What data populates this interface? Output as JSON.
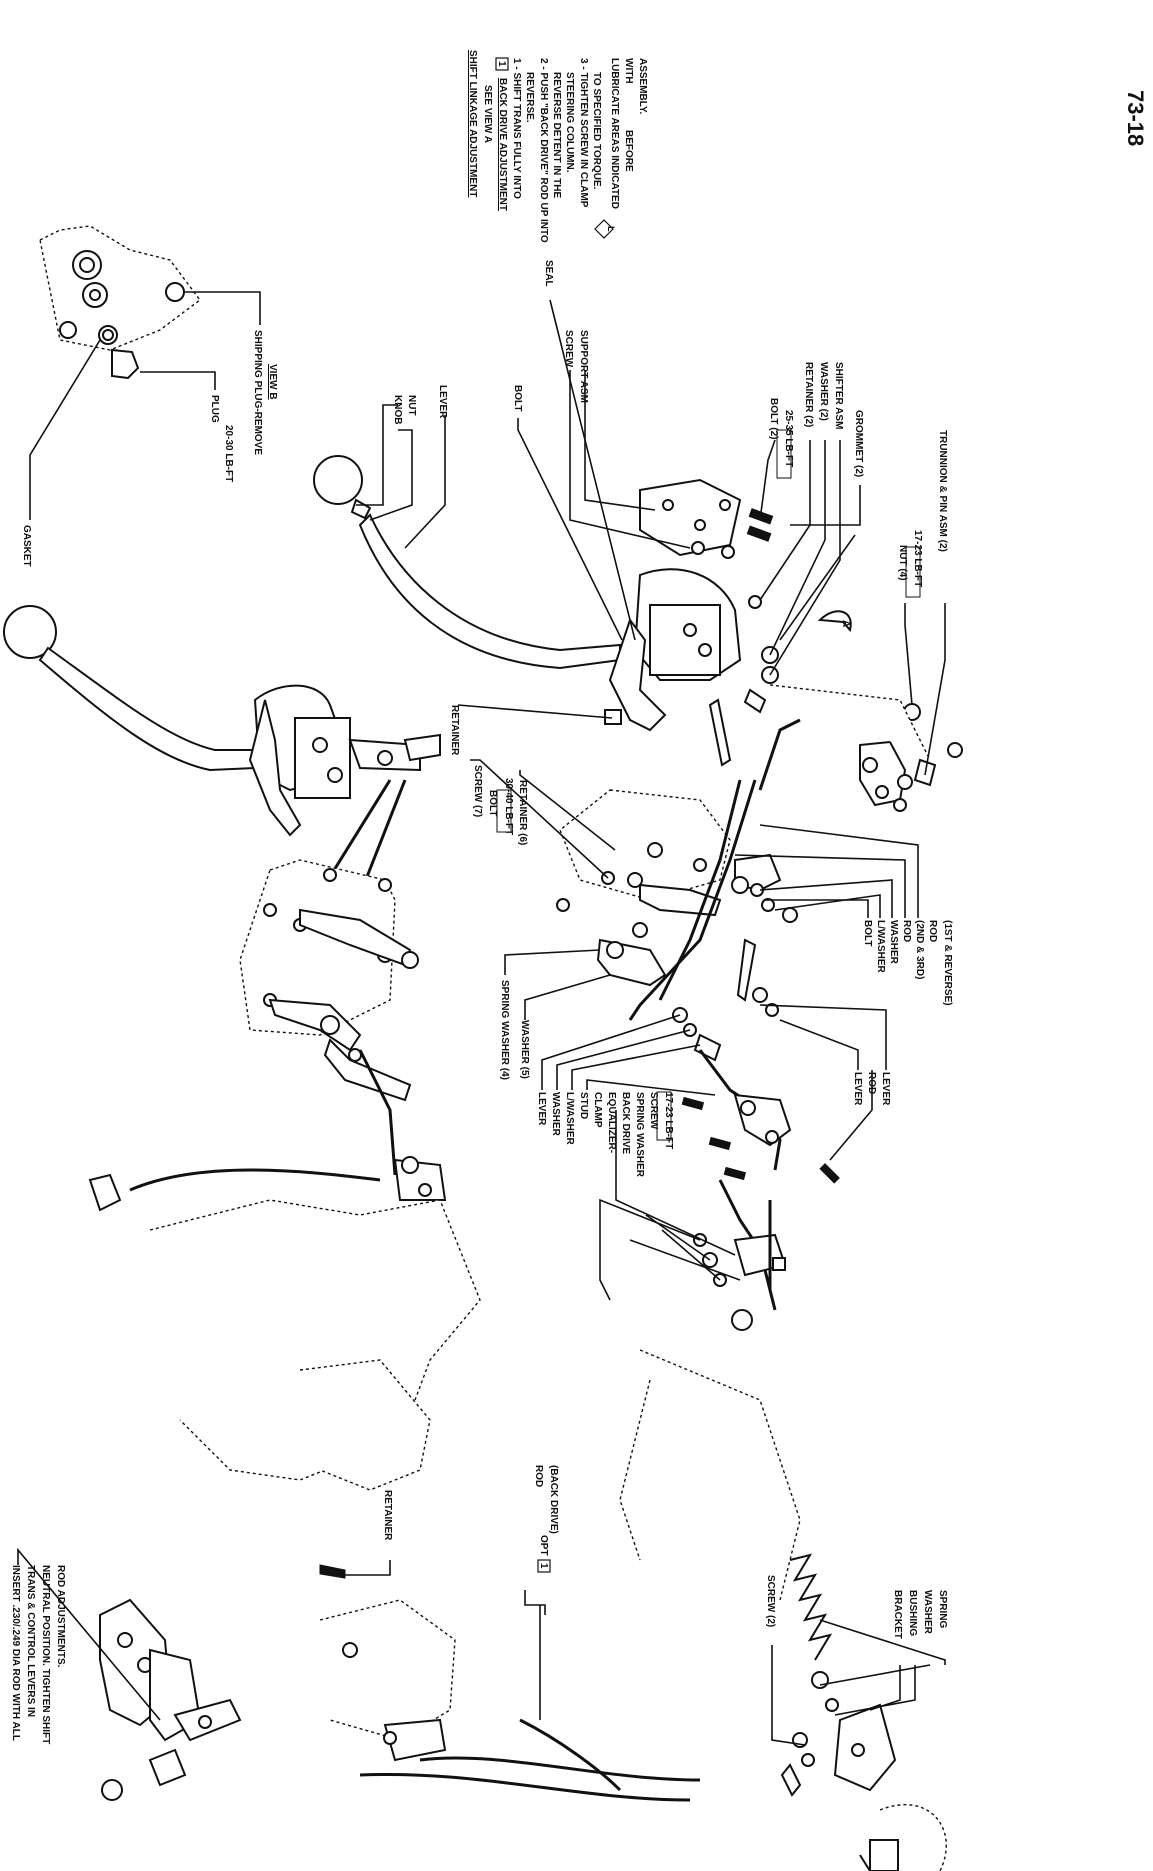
{
  "page_number": "73-18",
  "notes": {
    "title": "SHIFT LINKAGE ADJUSTMENT",
    "subtitle": "SEE VIEW A",
    "back_drive_tag": "1",
    "back_drive_title": "BACK DRIVE ADJUSTMENT",
    "steps": [
      "1 - SHIFT TRANS FULLY INTO",
      "REVERSE.",
      "2 - PUSH \"BACK DRIVE\" ROD UP INTO",
      "REVERSE DETENT IN THE",
      "STEERING COLUMN.",
      "3 - TIGHTEN SCREW IN CLAMP",
      "TO SPECIFIED TORQUE."
    ],
    "lubricate": [
      "LUBRICATE AREAS INDICATED",
      "WITH",
      "BEFORE",
      "ASSEMBLY."
    ],
    "lube_symbol": "L"
  },
  "view_b": {
    "gasket": "GASKET",
    "plug": "PLUG",
    "plug_torque": "20-30 LB-FT",
    "shipping_plug": "SHIPPING PLUG-REMOVE",
    "view": "VIEW B"
  },
  "shifter_labels": {
    "knob": "KNOB",
    "nut": "NUT",
    "lever": "LEVER",
    "bolt": "BOLT",
    "screw": "SCREW",
    "support_asm": "SUPPORT ASM",
    "seal": "SEAL",
    "bolt2": "BOLT (2)",
    "torque_25_35": "25-35 LB-FT",
    "retainer2": "RETAINER (2)",
    "washer2": "WASHER (2)",
    "shifter_asm": "SHIFTER ASM",
    "grommet2": "GROMMET (2)",
    "nut4": "NUT (4)",
    "torque_17_23": "17-23 LB-FT",
    "trunnion": "TRUNNION & PIN ASM (2)",
    "view_a_marker": "A"
  },
  "middle_labels": {
    "retainer": "RETAINER",
    "screw7": "SCREW (7)",
    "bolt": "BOLT",
    "torque_30_40": "30-40 LB-FT",
    "retainer6": "RETAINER (6)",
    "bolt_r": "BOLT",
    "lwasher_r": "L/WASHER",
    "washer_r": "WASHER",
    "rod_23": "ROD",
    "rod_23_sub": "(2ND & 3RD)",
    "rod_1r": "ROD",
    "rod_1r_sub": "(1ST & REVERSE)",
    "spring_washer4": "SPRING WASHER (4)",
    "washer5": "WASHER (5)",
    "left_stack": [
      "LEVER",
      "WASHER",
      "L/WASHER",
      "STUD",
      "CLAMP",
      "EQUALIZER-",
      "BACK DRIVE",
      "SPRING WASHER",
      "SCREW",
      "17-23 LB-FT"
    ],
    "lever_rod_lever": [
      "LEVER",
      "ROD",
      "LEVER"
    ]
  },
  "bottom_labels": {
    "insert_note": [
      "INSERT .230/.249 DIA ROD WITH ALL",
      "TRANS & CONTROL LEVERS IN",
      "NEUTRAL POSITION. TIGHTEN SHIFT",
      "ROD ADJUSTMENTS."
    ],
    "retainer": "RETAINER",
    "opt_tag": "1",
    "opt": "OPT",
    "rod": "ROD",
    "back_drive": "(BACK DRIVE)",
    "screw2": "SCREW (2)",
    "bracket": "BRACKET",
    "bushing": "BUSHING",
    "washer": "WASHER",
    "spring": "SPRING"
  }
}
